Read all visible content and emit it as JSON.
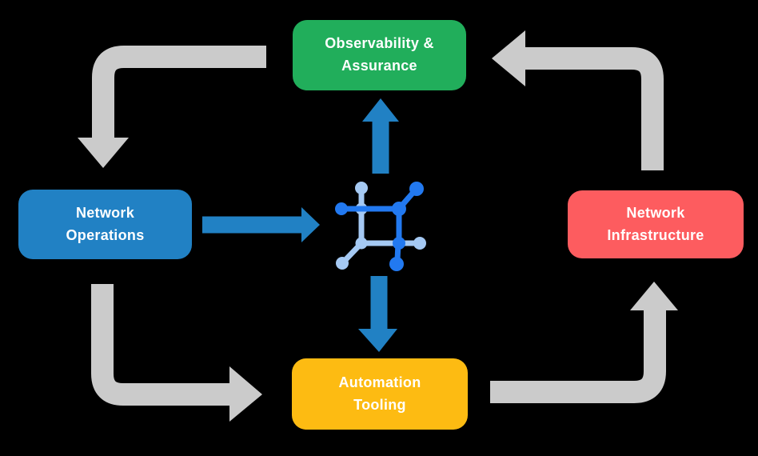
{
  "colors": {
    "background": "#000000",
    "green": "#21AE5B",
    "blue": "#2181C4",
    "red": "#FD5C5F",
    "yellow": "#FDBB12",
    "gray": "#CBCBCB",
    "arrow_blue": "#2181C4",
    "icon_dark": "#2279F0",
    "icon_light": "#A5C9F3",
    "text": "#FFFFFF"
  },
  "nodes": {
    "observability": {
      "label": "Observability &\nAssurance"
    },
    "operations": {
      "label": "Network\nOperations"
    },
    "infrastructure": {
      "label": "Network\nInfrastructure"
    },
    "automation": {
      "label": "Automation\nTooling"
    }
  },
  "center": {
    "icon": "network-fabric-icon"
  },
  "flows": {
    "gray_cycle": [
      {
        "from": "observability",
        "to": "operations"
      },
      {
        "from": "operations",
        "to": "automation"
      },
      {
        "from": "automation",
        "to": "infrastructure"
      },
      {
        "from": "infrastructure",
        "to": "observability"
      }
    ],
    "blue": [
      {
        "from": "operations",
        "to": "center"
      },
      {
        "from": "center",
        "to": "observability"
      },
      {
        "from": "center",
        "to": "automation"
      }
    ]
  }
}
